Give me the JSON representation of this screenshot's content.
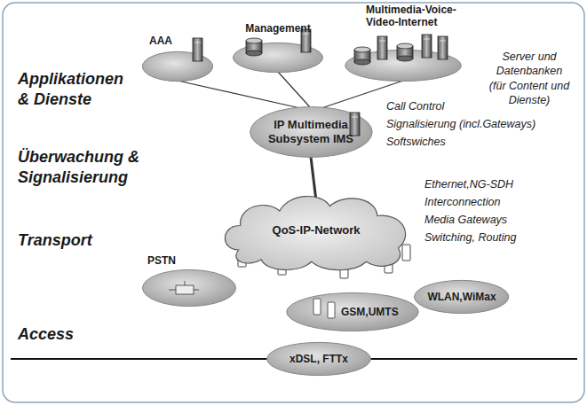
{
  "diagram": {
    "nodes": [
      {
        "text": [
          "AAA"
        ]
      },
      {
        "text": [
          "Management"
        ]
      },
      {
        "text": [
          "Multimedia-Voice- Video-Internet"
        ]
      },
      {
        "text": [
          "IP Multimedia Subsystem IMS"
        ]
      },
      {
        "text": [
          "QoS-IP-Network"
        ]
      },
      {
        "text": [
          "PSTN"
        ]
      },
      {
        "text": [
          "WLAN,WiMax"
        ]
      },
      {
        "text": [
          "GSM,UMTS"
        ]
      },
      {
        "text": [
          "xDSL, FTTx"
        ]
      }
    ],
    "edges": [
      {
        "from": 3,
        "to": 0,
        "arrow": "none"
      },
      {
        "from": 3,
        "to": 1,
        "arrow": "none"
      },
      {
        "from": 3,
        "to": 2,
        "arrow": "none"
      },
      {
        "from": 3,
        "to": 4,
        "arrow": "none"
      }
    ],
    "labels": [
      "Applikationen & Dienste",
      "Überwachung & Signalisierung",
      "Transport",
      "Access",
      "Server und Datenbanken (für Content und Dienste)",
      "Call Control",
      "Signalisierung (incl.Gateways)",
      "Softswiches",
      "Ethernet,NG-SDH",
      "Interconnection",
      "Media Gateways",
      "Switching, Routing"
    ]
  }
}
